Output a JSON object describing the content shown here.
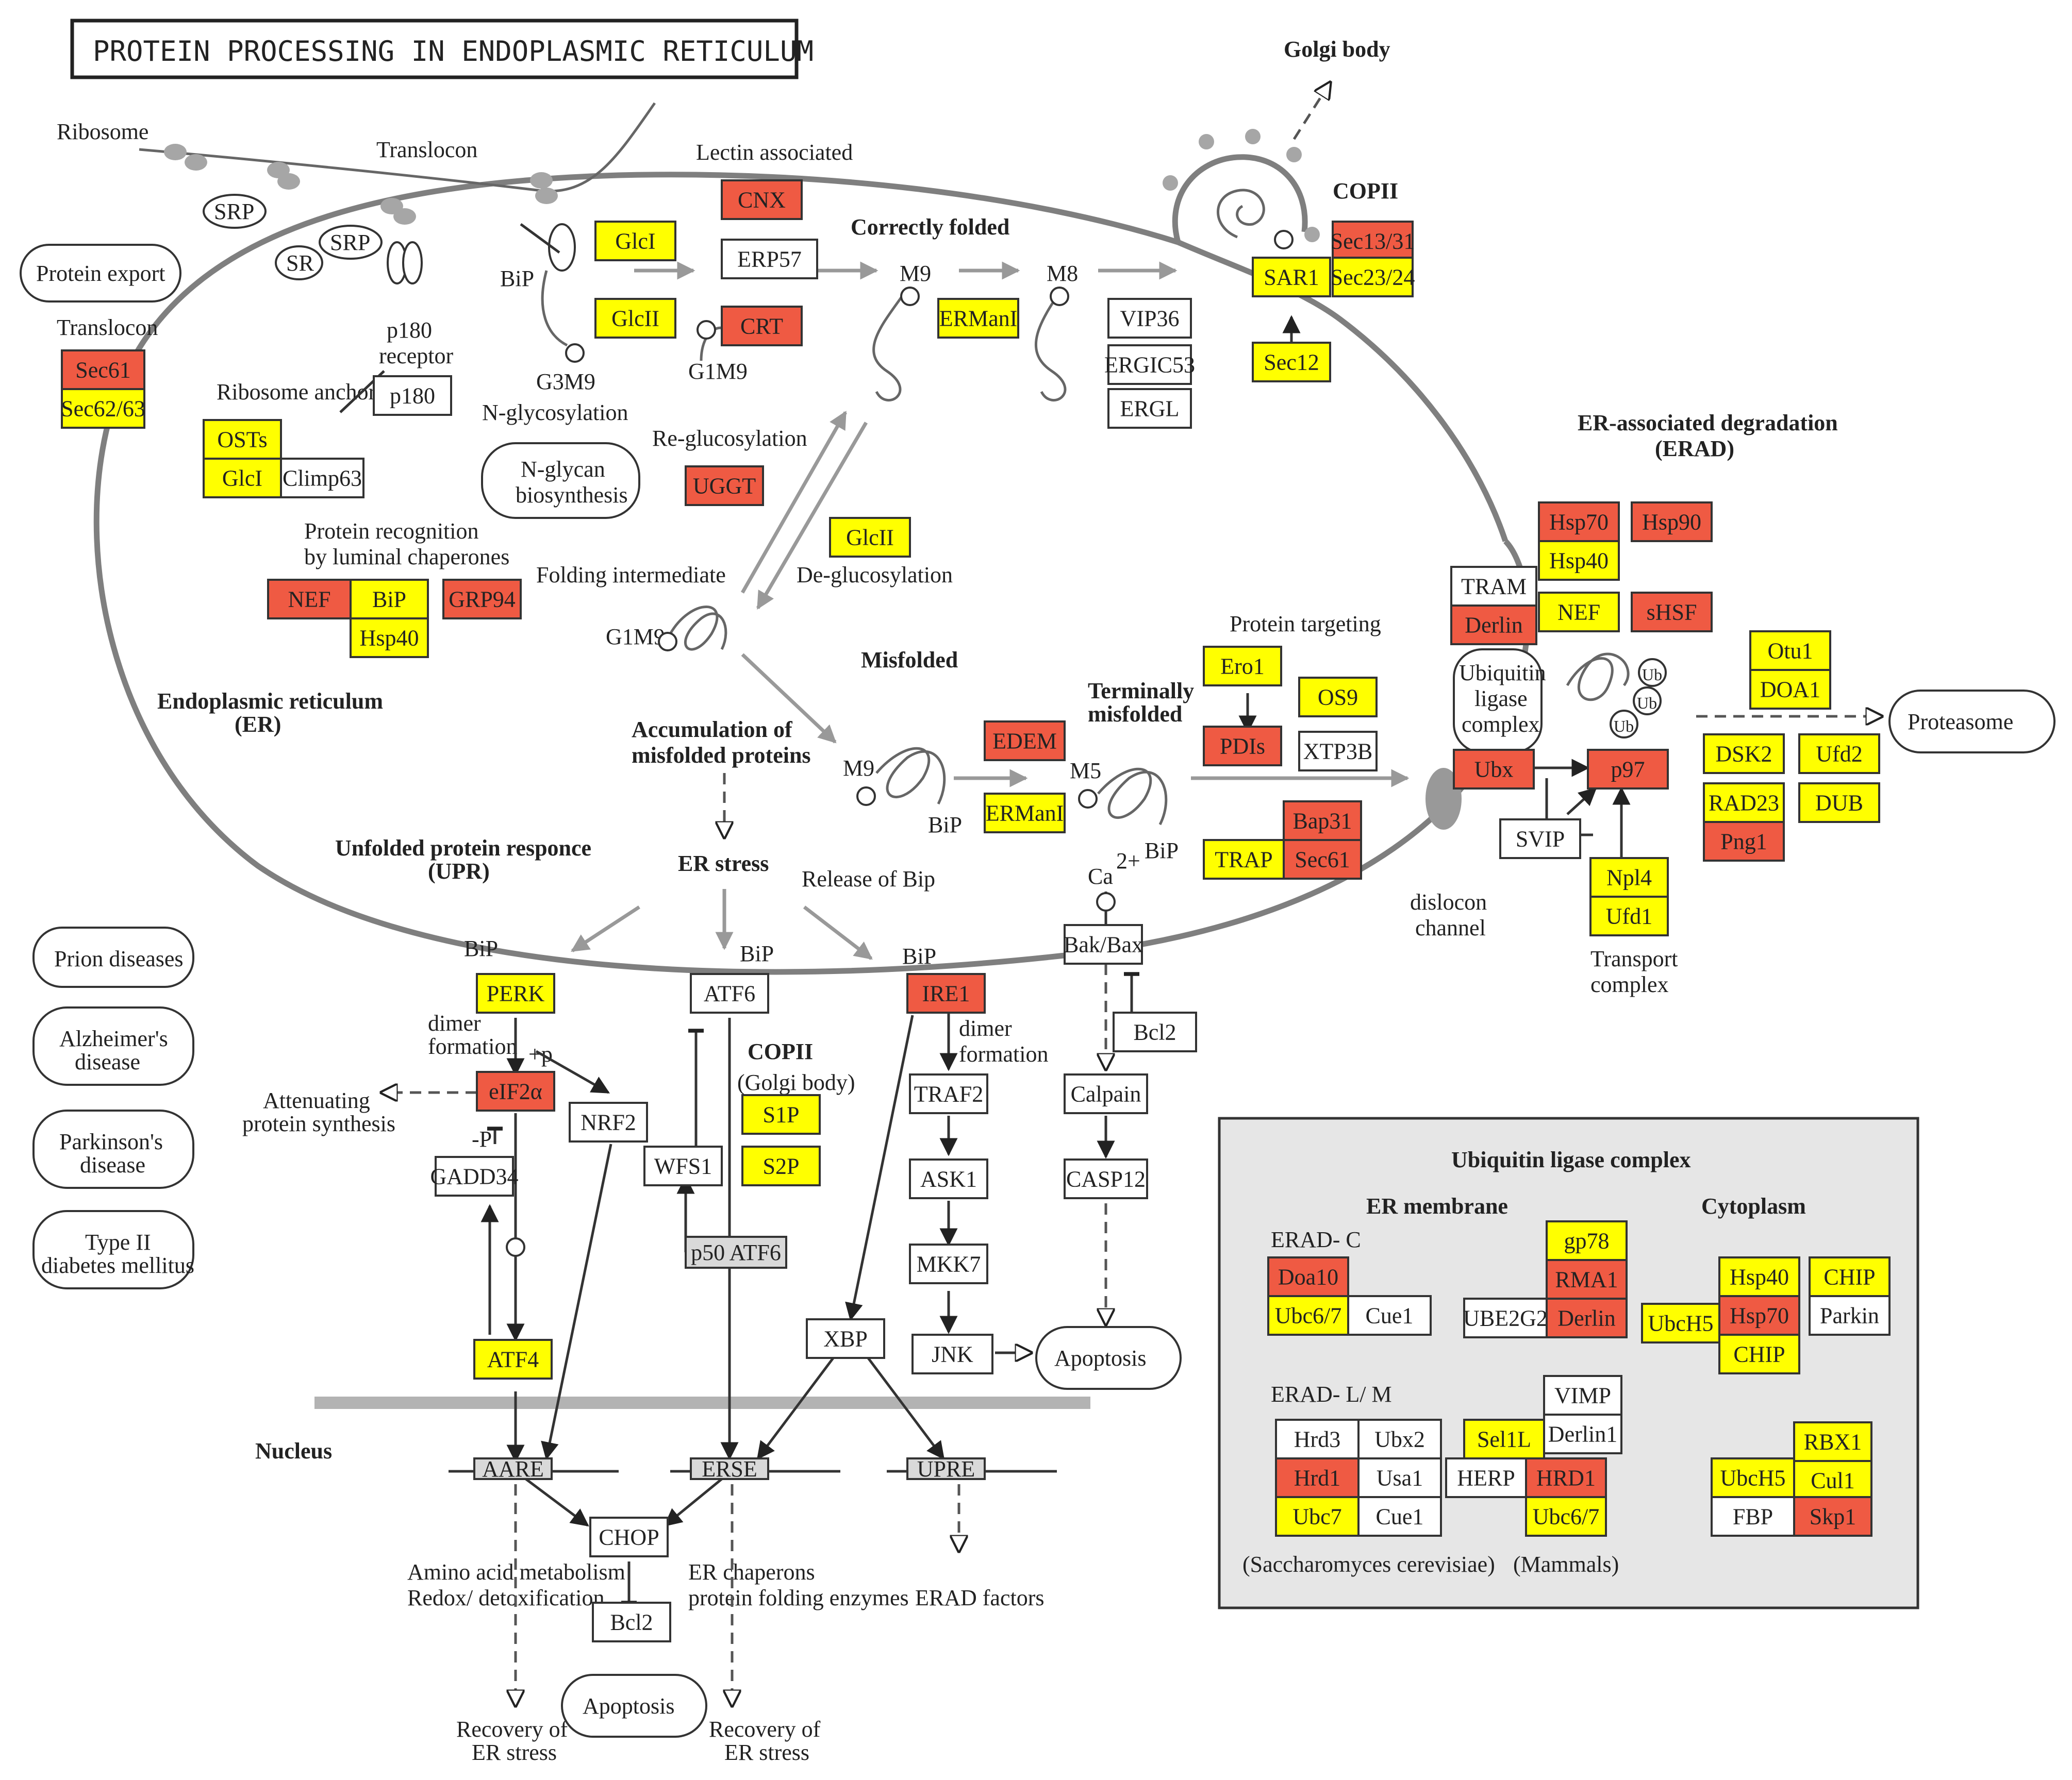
{
  "title": "PROTEIN PROCESSING IN ENDOPLASMIC RETICULUM",
  "colors": {
    "red": "#ef5a43",
    "yellow": "#ffff00",
    "white": "#ffffff",
    "gray_panel": "#e6e6e6",
    "gray_box": "#d9d9d9"
  },
  "labels": {
    "ribosome": "Ribosome",
    "translocon_top": "Translocon",
    "srp": "SRP",
    "sr": "SR",
    "srp2": "SRP",
    "bip_top": "BiP",
    "p180_receptor": [
      "p180",
      "receptor"
    ],
    "ribosome_anchor": "Ribosome anchor",
    "g3m9": "G3M9",
    "n_glycosylation": "N-glycosylation",
    "lectin_associated": "Lectin associated",
    "correctly_folded": "Correctly folded",
    "g1m9_top": "G1M9",
    "m9_top": "M9",
    "m8": "M8",
    "golgi_body": "Golgi body",
    "copii_top": "COPII",
    "translocon_left": "Translocon",
    "protein_recognition": [
      "Protein recognition",
      "by luminal chaperones"
    ],
    "folding_intermediate": "Folding intermediate",
    "re_glucosylation": "Re-glucosylation",
    "de_glucosylation": "De-glucosylation",
    "g1m9_mid": "G1M9",
    "misfolded": "Misfolded",
    "er_label": [
      "Endoplasmic reticulum",
      "(ER)"
    ],
    "accumulation": [
      "Accumulation of",
      "misfolded proteins"
    ],
    "er_stress": "ER stress",
    "m9_mid": "M9",
    "bip_mid": "BiP",
    "protein_targeting": "Protein targeting",
    "terminally_misfolded": [
      "Terminally",
      "misfolded"
    ],
    "m5": "M5",
    "bip_mid2": "BiP",
    "ca2": "Ca",
    "ca2_sup": "2+",
    "erad_title": [
      "ER-associated degradation",
      "(ERAD)"
    ],
    "ubiquitin_ligase_complex_small": [
      "Ubiquitin",
      "ligase",
      "complex"
    ],
    "dislocon_channel": [
      "dislocon",
      "channel"
    ],
    "transport_complex": [
      "Transport",
      "complex"
    ],
    "upr_title": [
      "Unfolded protein responce",
      "(UPR)"
    ],
    "release_of_bip": "Release of Bip",
    "bip_perk": "BiP",
    "bip_atf6": "BiP",
    "bip_ire1": "BiP",
    "dimer_formation1": [
      "dimer",
      "formation"
    ],
    "plus_p": "+p",
    "dimer_formation2": [
      "dimer",
      "formation"
    ],
    "attenuating": [
      "Attenuating",
      "protein synthesis"
    ],
    "minus_p": "-P",
    "copii_mid": "COPII",
    "golgi_body_mid": "(Golgi body)",
    "nucleus": "Nucleus",
    "amino_acid": [
      "Amino acid  metabolism",
      "Redox/ detoxification"
    ],
    "er_chaperones": [
      "ER chaperons",
      "protein folding enzymes"
    ],
    "erad_factors": "ERAD factors",
    "recovery1": [
      "Recovery of",
      "ER stress"
    ],
    "recovery2": [
      "Recovery of",
      "ER stress"
    ],
    "ub": "Ub",
    "ubi_panel_title": "Ubiquitin ligase complex",
    "er_membrane": "ER membrane",
    "cytoplasm": "Cytoplasm",
    "erad_c": "ERAD- C",
    "erad_lm": "ERAD- L/ M",
    "saccharomyces": "(Saccharomyces cerevisiae)",
    "mammals": "(Mammals)"
  },
  "rounded_boxes": {
    "protein_export": "Protein export",
    "n_glycan": [
      "N-glycan",
      "biosynthesis"
    ],
    "prion": "Prion diseases",
    "alzheimers": [
      "Alzheimer's",
      "disease"
    ],
    "parkinsons": [
      "Parkinson's",
      "disease"
    ],
    "type2": [
      "Type II",
      "diabetes mellitus"
    ],
    "proteasome": "Proteasome",
    "apoptosis1": "Apoptosis",
    "apoptosis2": "Apoptosis"
  },
  "nodes": [
    {
      "label": "Sec61",
      "color": "red"
    },
    {
      "label": "Sec62/63",
      "color": "yellow"
    },
    {
      "label": "OSTs",
      "color": "yellow"
    },
    {
      "label": "GlcI",
      "color": "yellow"
    },
    {
      "label": "Climp63",
      "color": "white"
    },
    {
      "label": "p180",
      "color": "white"
    },
    {
      "label": "NEF",
      "color": "red"
    },
    {
      "label": "BiP",
      "color": "yellow"
    },
    {
      "label": "Hsp40",
      "color": "yellow"
    },
    {
      "label": "GRP94",
      "color": "red"
    },
    {
      "label": "GlcI",
      "color": "yellow"
    },
    {
      "label": "GlcII",
      "color": "yellow"
    },
    {
      "label": "CNX",
      "color": "red"
    },
    {
      "label": "ERP57",
      "color": "white"
    },
    {
      "label": "CRT",
      "color": "red"
    },
    {
      "label": "UGGT",
      "color": "red"
    },
    {
      "label": "ERManI",
      "color": "yellow"
    },
    {
      "label": "VIP36",
      "color": "white"
    },
    {
      "label": "ERGIC53",
      "color": "white"
    },
    {
      "label": "ERGL",
      "color": "white"
    },
    {
      "label": "Sec13/31",
      "color": "red"
    },
    {
      "label": "SAR1",
      "color": "yellow"
    },
    {
      "label": "Sec23/24",
      "color": "yellow"
    },
    {
      "label": "Sec12",
      "color": "yellow"
    },
    {
      "label": "GlcII",
      "color": "yellow"
    },
    {
      "label": "EDEM",
      "color": "red"
    },
    {
      "label": "ERManI",
      "color": "yellow"
    },
    {
      "label": "Ero1",
      "color": "yellow"
    },
    {
      "label": "PDIs",
      "color": "red"
    },
    {
      "label": "OS9",
      "color": "yellow"
    },
    {
      "label": "XTP3B",
      "color": "white"
    },
    {
      "label": "Bap31",
      "color": "red"
    },
    {
      "label": "TRAP",
      "color": "yellow"
    },
    {
      "label": "Sec61",
      "color": "red"
    },
    {
      "label": "Hsp70",
      "color": "red"
    },
    {
      "label": "Hsp90",
      "color": "red"
    },
    {
      "label": "Hsp40",
      "color": "yellow"
    },
    {
      "label": "TRAM",
      "color": "white"
    },
    {
      "label": "Derlin",
      "color": "red"
    },
    {
      "label": "NEF",
      "color": "yellow"
    },
    {
      "label": "sHSF",
      "color": "red"
    },
    {
      "label": "Otu1",
      "color": "yellow"
    },
    {
      "label": "DOA1",
      "color": "yellow"
    },
    {
      "label": "Ubx",
      "color": "red"
    },
    {
      "label": "p97",
      "color": "red"
    },
    {
      "label": "DSK2",
      "color": "yellow"
    },
    {
      "label": "Ufd2",
      "color": "yellow"
    },
    {
      "label": "RAD23",
      "color": "yellow"
    },
    {
      "label": "DUB",
      "color": "yellow"
    },
    {
      "label": "Png1",
      "color": "red"
    },
    {
      "label": "SVIP",
      "color": "white"
    },
    {
      "label": "Npl4",
      "color": "yellow"
    },
    {
      "label": "Ufd1",
      "color": "yellow"
    },
    {
      "label": "PERK",
      "color": "yellow"
    },
    {
      "label": "ATF6",
      "color": "white"
    },
    {
      "label": "IRE1",
      "color": "red"
    },
    {
      "label": "Bak/Bax",
      "color": "white"
    },
    {
      "label": "Bcl2",
      "color": "white"
    },
    {
      "label": "eIF2α",
      "color": "red"
    },
    {
      "label": "NRF2",
      "color": "white"
    },
    {
      "label": "GADD34",
      "color": "white"
    },
    {
      "label": "WFS1",
      "color": "white"
    },
    {
      "label": "S1P",
      "color": "yellow"
    },
    {
      "label": "S2P",
      "color": "yellow"
    },
    {
      "label": "p50 ATF6",
      "color": "gray"
    },
    {
      "label": "TRAF2",
      "color": "white"
    },
    {
      "label": "ASK1",
      "color": "white"
    },
    {
      "label": "MKK7",
      "color": "white"
    },
    {
      "label": "JNK",
      "color": "white"
    },
    {
      "label": "Calpain",
      "color": "white"
    },
    {
      "label": "CASP12",
      "color": "white"
    },
    {
      "label": "ATF4",
      "color": "yellow"
    },
    {
      "label": "XBP",
      "color": "white"
    },
    {
      "label": "AARE",
      "color": "gray"
    },
    {
      "label": "ERSE",
      "color": "gray"
    },
    {
      "label": "UPRE",
      "color": "gray"
    },
    {
      "label": "CHOP",
      "color": "white"
    },
    {
      "label": "Bcl2",
      "color": "white"
    },
    {
      "label": "Doa10",
      "color": "red"
    },
    {
      "label": "Ubc6/7",
      "color": "yellow"
    },
    {
      "label": "Cue1",
      "color": "white"
    },
    {
      "label": "gp78",
      "color": "yellow"
    },
    {
      "label": "RMA1",
      "color": "red"
    },
    {
      "label": "UBE2G2",
      "color": "white"
    },
    {
      "label": "Derlin",
      "color": "red"
    },
    {
      "label": "Hsp40",
      "color": "yellow"
    },
    {
      "label": "CHIP",
      "color": "yellow"
    },
    {
      "label": "UbcH5",
      "color": "yellow"
    },
    {
      "label": "Hsp70",
      "color": "red"
    },
    {
      "label": "Parkin",
      "color": "white"
    },
    {
      "label": "CHIP",
      "color": "yellow"
    },
    {
      "label": "VIMP",
      "color": "white"
    },
    {
      "label": "Hrd3",
      "color": "white"
    },
    {
      "label": "Ubx2",
      "color": "white"
    },
    {
      "label": "Sel1L",
      "color": "yellow"
    },
    {
      "label": "Derlin1",
      "color": "white"
    },
    {
      "label": "Hrd1",
      "color": "red"
    },
    {
      "label": "Usa1",
      "color": "white"
    },
    {
      "label": "HERP",
      "color": "white"
    },
    {
      "label": "HRD1",
      "color": "red"
    },
    {
      "label": "Ubc7",
      "color": "yellow"
    },
    {
      "label": "Cue1",
      "color": "white"
    },
    {
      "label": "Ubc6/7",
      "color": "yellow"
    },
    {
      "label": "RBX1",
      "color": "yellow"
    },
    {
      "label": "UbcH5",
      "color": "yellow"
    },
    {
      "label": "Cul1",
      "color": "yellow"
    },
    {
      "label": "FBP",
      "color": "white"
    },
    {
      "label": "Skp1",
      "color": "red"
    }
  ]
}
